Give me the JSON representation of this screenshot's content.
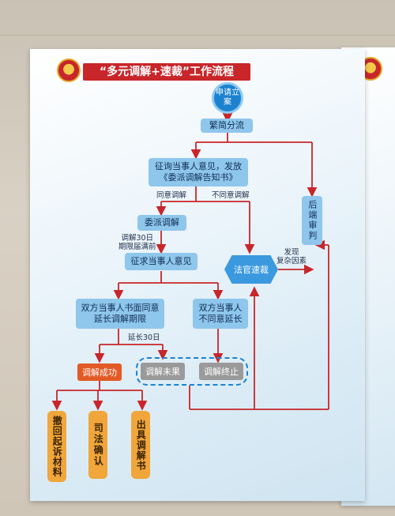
{
  "poster": {
    "title": "“多元调解+速裁”工作流程",
    "nodes": {
      "apply": "申请立案",
      "triage": "繁简分流",
      "consult": "征询当事人意见，发放《委派调解告知书》",
      "delegate": "委派调解",
      "seek_opinion": "征求当事人意见",
      "both_agree": "双方当事人书面同意延长调解期限",
      "not_agree": "双方当事人不同意延长",
      "success": "调解成功",
      "unsettled": "调解未果",
      "terminated": "调解终止",
      "judge_fast": "法官速裁",
      "later_trial": "后端审判",
      "withdraw": "撤回起诉材料",
      "judicial_confirm": "司法确认",
      "issue_doc": "出具调解书"
    },
    "labels": {
      "agree_mediation": "同意调解",
      "disagree_mediation": "不同意调解",
      "thirty_days": "调解30日\n期限届满前",
      "extend_30": "延长30日",
      "complex": "发现\n复杂因素"
    }
  }
}
